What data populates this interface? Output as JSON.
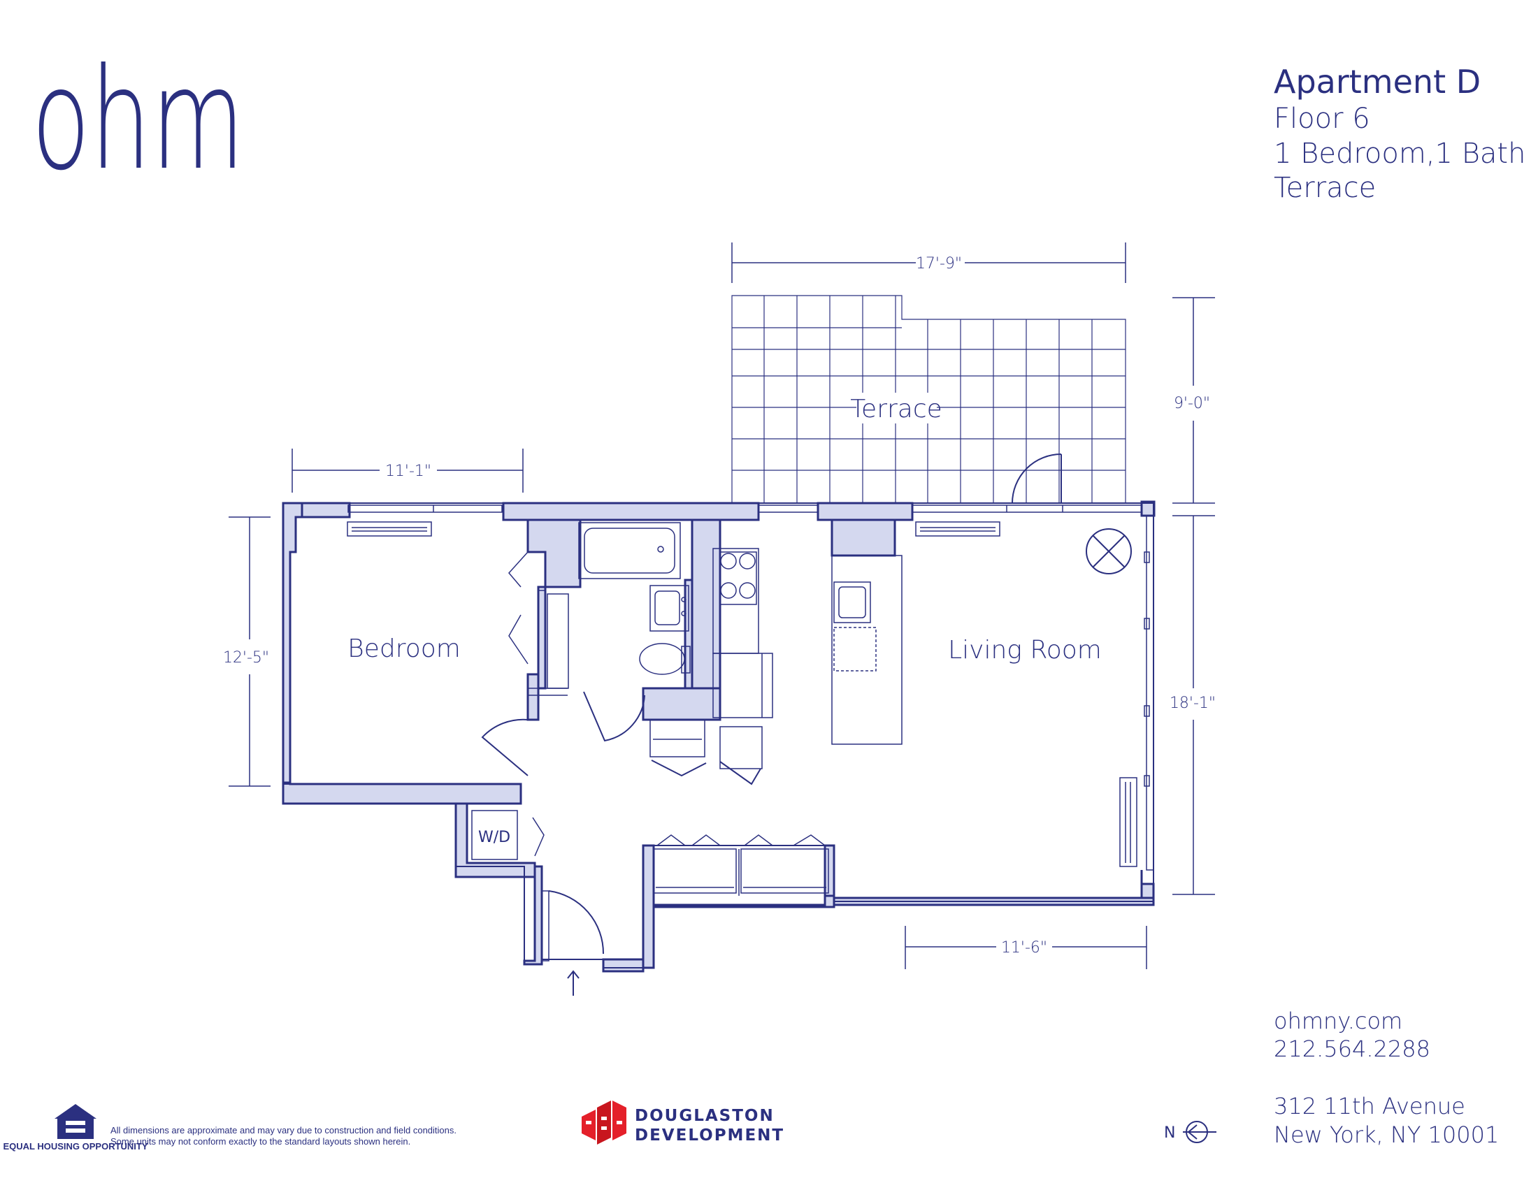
{
  "brand": {
    "logo": "ohm"
  },
  "header": {
    "title": "Apartment D",
    "floor": "Floor 6",
    "layout": "1 Bedroom,1 Bath",
    "feature": "Terrace"
  },
  "rooms": {
    "terrace": "Terrace",
    "bedroom": "Bedroom",
    "living_room": "Living Room",
    "washer_dryer": "W/D"
  },
  "dimensions": {
    "terrace_width": "17'-9\"",
    "terrace_depth": "9'-0\"",
    "bedroom_width": "11'-1\"",
    "bedroom_depth": "12'-5\"",
    "living_depth": "18'-1\"",
    "living_width": "11'-6\""
  },
  "contact": {
    "website": "ohmny.com",
    "phone": "212.564.2288",
    "address_line1": "312 11th Avenue",
    "address_line2": "New York, NY 10001"
  },
  "footer": {
    "equal_housing": "EQUAL HOUSING OPPORTUNITY",
    "disclaimer_line1": "All dimensions are approximate and may vary due to construction and field conditions.",
    "disclaimer_line2": "Some units may not conform exactly to the standard layouts shown herein.",
    "developer_line1": "DOUGLASTON",
    "developer_line2": "DEVELOPMENT",
    "north": "N"
  },
  "colors": {
    "ink": "#2b3080",
    "wall_fill": "#d4d8ef",
    "brand_red": "#e4202a"
  }
}
